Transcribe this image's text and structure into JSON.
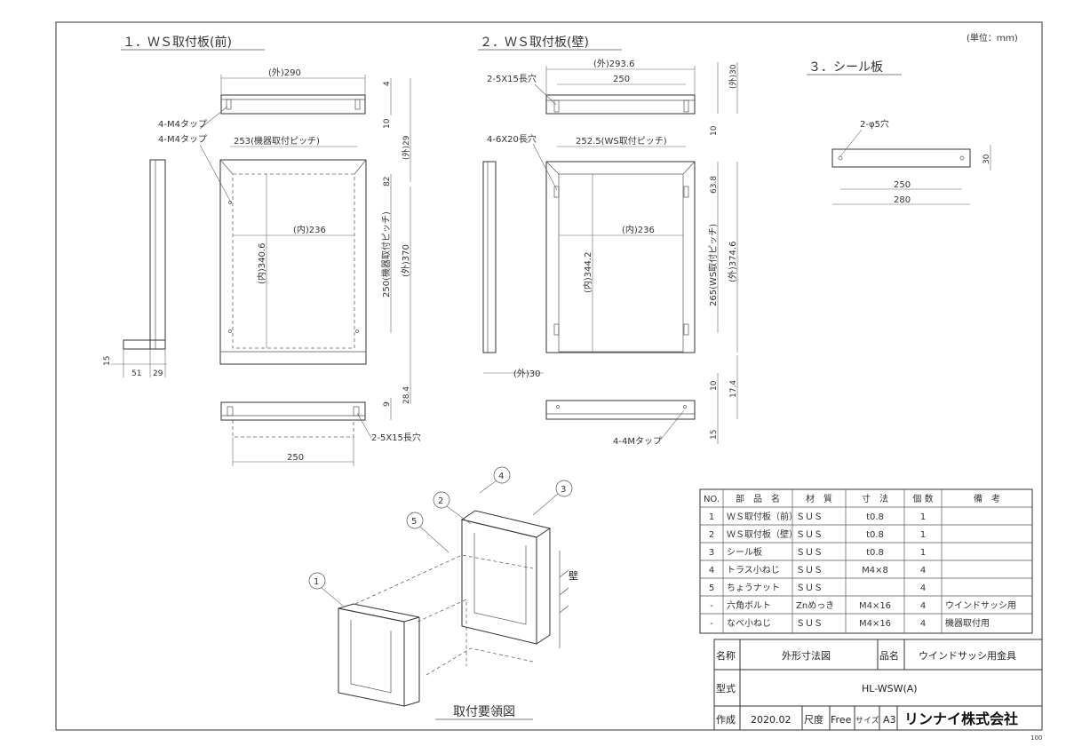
{
  "unit_note": "(単位：ｍｍ)",
  "page_num": "100",
  "section1": {
    "title": "１．ＷＳ取付板(前)",
    "dims": {
      "outer_290": "(外)290",
      "v4": "4",
      "v10": "10",
      "outer_29": "(外)29",
      "tap1": "4-M4タップ",
      "tap2": "4-M4タップ",
      "pitch_253": "253(機器取付ピッチ)",
      "v82": "82",
      "inner_236": "(内)236",
      "inner_340": "(内)340.6",
      "pitch_250": "250(機器取付ピッチ)",
      "outer_370": "(外)370",
      "v15": "15",
      "h51": "51",
      "h29": "29",
      "v28": "28.4",
      "v9": "9",
      "slot": "2-5X15長穴",
      "h250": "250"
    }
  },
  "section2": {
    "title": "２．ＷＳ取付板(壁)",
    "dims": {
      "outer_293": "(外)293.6",
      "slot_top": "2-5X15長穴",
      "h250": "250",
      "outer_30v": "(外)30",
      "v10": "10",
      "slot_side": "4-6X20長穴",
      "pitch_252": "252.5(WS取付ピッチ)",
      "v63": "63.8",
      "inner_236": "(内)236",
      "inner_344": "(内)344.2",
      "pitch_265": "265(WS取付ピッチ)",
      "outer_374": "(外)374.6",
      "outer_30h": "(外)30",
      "v10b": "10",
      "v17": "17.4",
      "v15": "15",
      "tap": "4-4Mタップ"
    }
  },
  "section3": {
    "title": "３．シール板",
    "dims": {
      "holes": "2-φ5穴",
      "h250": "250",
      "h280": "280",
      "v30": "30"
    }
  },
  "assembly": {
    "caption": "取付要領図",
    "wall": "壁",
    "balloons": [
      "1",
      "2",
      "3",
      "4",
      "5"
    ]
  },
  "parts_table": {
    "headers": [
      "NO.",
      "部　品　名",
      "材　質",
      "寸　法",
      "個 数",
      "備　考"
    ],
    "rows": [
      [
        "1",
        "ＷＳ取付板（前）",
        "ＳＵＳ",
        "t0.8",
        "1",
        ""
      ],
      [
        "2",
        "ＷＳ取付板（壁）",
        "ＳＵＳ",
        "t0.8",
        "1",
        ""
      ],
      [
        "3",
        "シール板",
        "ＳＵＳ",
        "t0.8",
        "1",
        ""
      ],
      [
        "4",
        "トラス小ねじ",
        "ＳＵＳ",
        "M4×8",
        "4",
        ""
      ],
      [
        "5",
        "ちょうナット",
        "ＳＵＳ",
        "",
        "4",
        ""
      ],
      [
        "-",
        "六角ボルト",
        "Znめっき",
        "M4×16",
        "4",
        "ウインドサッシ用"
      ],
      [
        "-",
        "なべ小ねじ",
        "ＳＵＳ",
        "M4×16",
        "4",
        "機器取付用"
      ]
    ]
  },
  "title_block": {
    "name_label": "名称",
    "name_value": "外形寸法図",
    "product_label": "品名",
    "product_value": "ウインドサッシ用金具",
    "model_label": "型式",
    "model_value": "HL-WSW(A)",
    "made_label": "作成",
    "made_value": "2020.02",
    "scale_label": "尺度",
    "scale_value": "Free",
    "size_label": "サイズ",
    "size_value": "A3",
    "company": "リンナイ株式会社"
  }
}
